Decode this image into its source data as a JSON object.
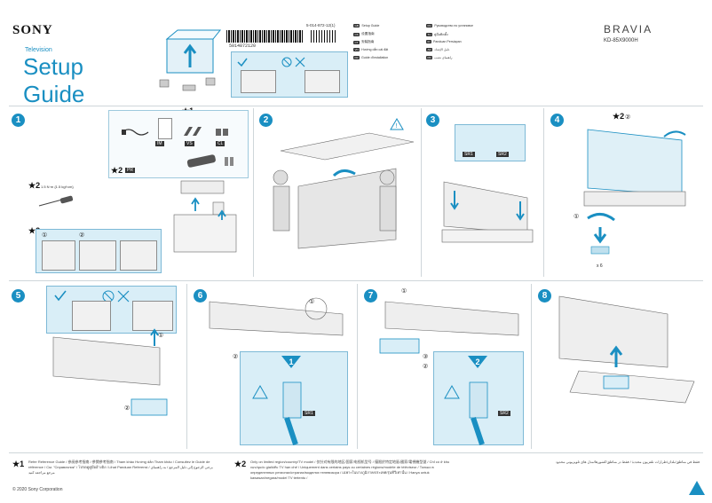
{
  "header": {
    "brand": "SONY",
    "product_type": "Television",
    "title": "Setup Guide",
    "part_number": "5-014-872-12(1)",
    "barcode_number": "5014872120",
    "series": "BRAVIA",
    "model": "KD-85X9000H"
  },
  "languages": {
    "column1": [
      {
        "code": "GB",
        "label": "Setup Guide"
      },
      {
        "code": "CS",
        "label": "设置指南"
      },
      {
        "code": "CT",
        "label": "安裝指南"
      },
      {
        "code": "VN",
        "label": "Hướng dẫn cài đặt"
      },
      {
        "code": "FR",
        "label": "Guide d'installation"
      }
    ],
    "column2": [
      {
        "code": "RU",
        "label": "Руководство по установке"
      },
      {
        "code": "TH",
        "label": "คู่มือติดตั้ง"
      },
      {
        "code": "ID",
        "label": "Panduan Persiapan"
      },
      {
        "code": "AR",
        "label": "دليل الإعداد"
      },
      {
        "code": "PR",
        "label": "راهنمای نصب"
      }
    ]
  },
  "steps": [
    "1",
    "2",
    "3",
    "4",
    "5",
    "6",
    "7",
    "8"
  ],
  "labels": {
    "ref_im": "IM",
    "ref_vs": "VS",
    "ref_cl": "CL",
    "ref_pr": "PR",
    "sr1": "SR1",
    "sr2": "SR2",
    "times_six": "x 6",
    "screw_spec_1": "1.5 N·m {1.5 kgf·cm}",
    "callout_1": "①",
    "callout_2": "②",
    "callout_3": "③",
    "badge_1": "1",
    "badge_2": "2"
  },
  "notes": {
    "star1_mark": "★1",
    "star2_mark": "★2",
    "star1_text": "Refer Reference Guide / 参阅参考指南 / 參閱參考指南 / Tham khảo Hướng dẫn Tham khảo / Consultez le Guide de référence / См. \"Справочник\" / โปรดดูคู่มืออ้างอิง / Lihat Panduan Referensi / يرجى الرجوع إلى دليل المرجع / به راهنمای مرجع مراجعه کنید",
    "star2_text": "Only on limited region/country/TV model / 仅针对有限的地区/国家/电视机型号 / 僅限於特定地區/國家/電視機型號 / Chỉ có ở khu vực/quốc gia/kiểu TV hạn chế / Uniquement dans certains pays ou certaines régions/modèle de téléviseur / Только в определенных регионах/странах/моделях телевизора / เฉพาะในบางภูมิภาค/ประเทศ/รุ่นทีวีเท่านั้น / Hanya untuk kawasan/negara/model TV tertentu /",
    "star2_text_ar": "فقط في مناطق/بلدان/طرازات تلفزيون محددة / فقط در مناطق/کشورها/مدل های تلویزیونی محدود"
  },
  "footer": {
    "copyright": "© 2020 Sony Corporation"
  }
}
